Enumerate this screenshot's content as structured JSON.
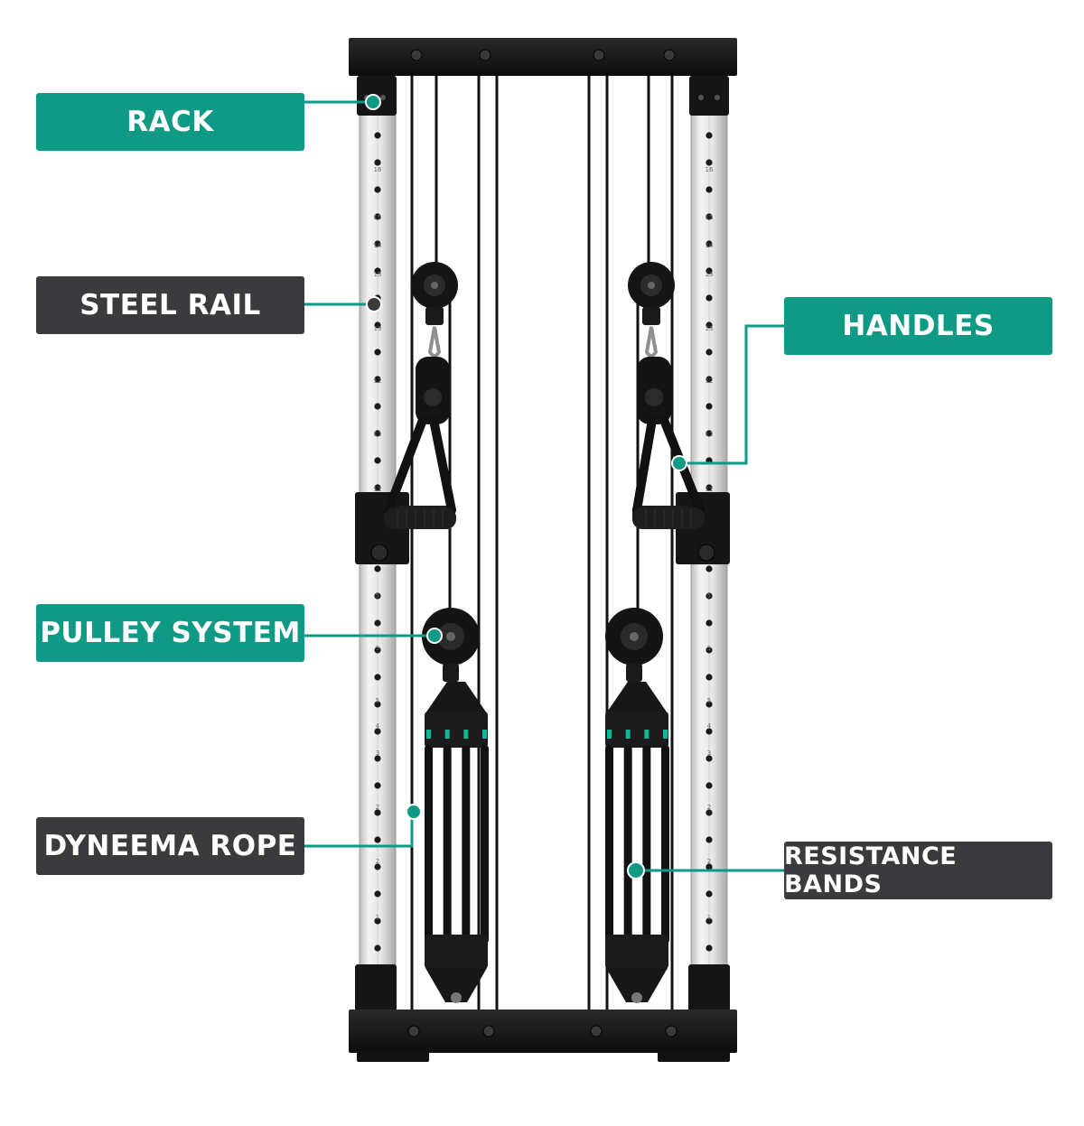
{
  "labels": {
    "rack": "RACK",
    "steel_rail": "STEEL RAIL",
    "pulley_system": "PULLEY SYSTEM",
    "dyneema_rope": "DYNEEMA ROPE",
    "handles": "HANDLES",
    "resistance_bands": "RESISTANCE BANDS"
  },
  "rail_numbers": [
    "16",
    "15",
    "14",
    "13",
    "13",
    "12",
    "11",
    "11",
    "5",
    "5",
    "5",
    "4",
    "3",
    "2",
    "2",
    "1"
  ],
  "colors": {
    "teal": "#0f9a86",
    "dark_gray": "#3b3b3d",
    "frame_black": "#141414",
    "rail_silver": "#e4e4e4",
    "band_accent": "#14b59b"
  }
}
